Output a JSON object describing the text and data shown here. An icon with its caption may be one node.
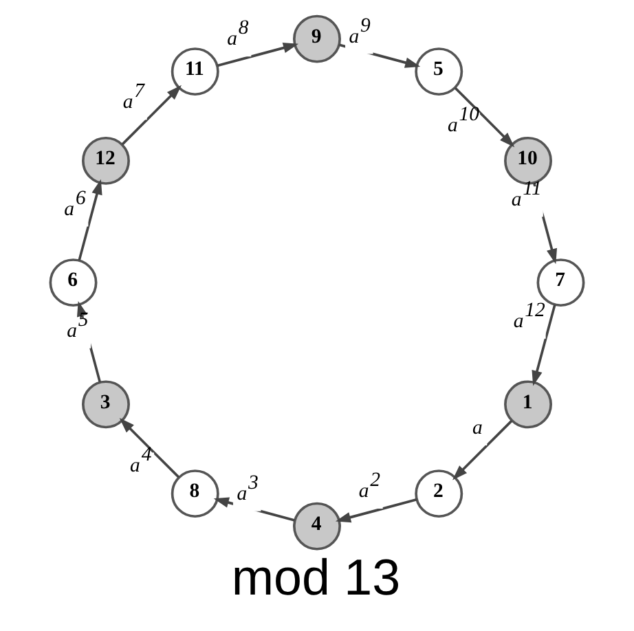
{
  "diagram": {
    "title": "mod 13",
    "nodes": [
      {
        "text": [
          "1"
        ]
      },
      {
        "text": [
          "2"
        ]
      },
      {
        "text": [
          "4"
        ]
      },
      {
        "text": [
          "8"
        ]
      },
      {
        "text": [
          "3"
        ]
      },
      {
        "text": [
          "6"
        ]
      },
      {
        "text": [
          "12"
        ]
      },
      {
        "text": [
          "11"
        ]
      },
      {
        "text": [
          "9"
        ]
      },
      {
        "text": [
          "5"
        ]
      },
      {
        "text": [
          "10"
        ]
      },
      {
        "text": [
          "7"
        ]
      }
    ],
    "edges": [
      {
        "from": 0,
        "to": 1,
        "arrow": "to",
        "label": "a"
      },
      {
        "from": 1,
        "to": 2,
        "arrow": "to",
        "label": "a$^{2}$"
      },
      {
        "from": 2,
        "to": 3,
        "arrow": "to",
        "label": "a$^{3}$"
      },
      {
        "from": 3,
        "to": 4,
        "arrow": "to",
        "label": "a$^{4}$"
      },
      {
        "from": 4,
        "to": 5,
        "arrow": "to",
        "label": "a$^{5}$"
      },
      {
        "from": 5,
        "to": 6,
        "arrow": "to",
        "label": "a$^{6}$"
      },
      {
        "from": 6,
        "to": 7,
        "arrow": "to",
        "label": "a$^{7}$"
      },
      {
        "from": 7,
        "to": 8,
        "arrow": "to",
        "label": "a$^{8}$"
      },
      {
        "from": 8,
        "to": 9,
        "arrow": "to",
        "label": "a$^{9}$"
      },
      {
        "from": 9,
        "to": 10,
        "arrow": "to",
        "label": "a$^{10}$"
      },
      {
        "from": 10,
        "to": 11,
        "arrow": "to",
        "label": "a$^{11}$"
      },
      {
        "from": 11,
        "to": 0,
        "arrow": "to",
        "label": "a$^{12}$"
      }
    ]
  }
}
